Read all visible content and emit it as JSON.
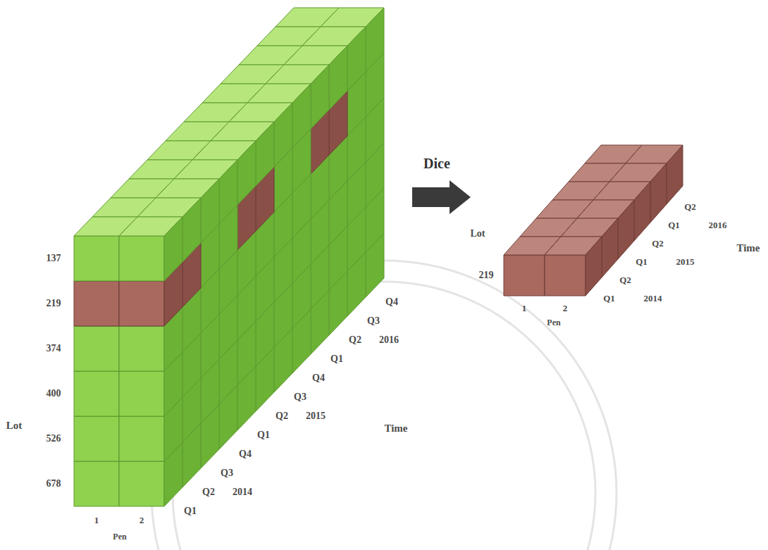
{
  "diagram": {
    "labels": [
      "137",
      "219",
      "374",
      "400",
      "526",
      "678",
      "Lot",
      "1",
      "2",
      "Pen",
      "Q1",
      "Q2",
      "2014",
      "Q3",
      "Q4",
      "Q1",
      "Q2",
      "2015",
      "Q3",
      "Q4",
      "Q1",
      "Q2",
      "2016",
      "Q3",
      "Q4",
      "Time",
      "Dice",
      "Lot",
      "219",
      "1",
      "2",
      "Pen",
      "Q1",
      "Q2",
      "2014",
      "Q1",
      "Q2",
      "2015",
      "Q1",
      "Q2",
      "2016",
      "Time"
    ]
  }
}
